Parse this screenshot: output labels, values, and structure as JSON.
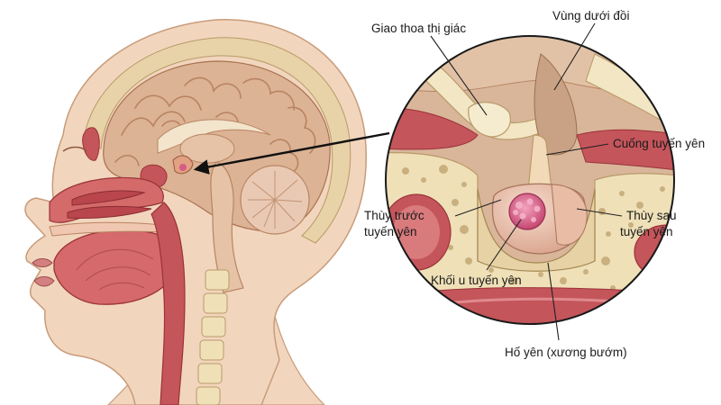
{
  "labels": {
    "optic_chiasm": "Giao thoa thị giác",
    "hypothalamus": "Vùng dưới đồi",
    "pituitary_stalk": "Cuống tuyến yên",
    "anterior_pituitary_l1": "Thùy trước",
    "anterior_pituitary_l2": "tuyến yên",
    "posterior_pituitary_l1": "Thùy sau",
    "posterior_pituitary_l2": "tuyến yên",
    "pituitary_tumor": "Khối u tuyến yên",
    "sella_turcica": "Hố yên (xương bướm)"
  },
  "colors": {
    "skin": "#f2d5bd",
    "skin_shadow": "#dcb08f",
    "brain": "#dcb394",
    "brain_fold": "#b88462",
    "mucosa": "#c4555b",
    "mucosa_dark": "#9a3338",
    "bone": "#efe0b8",
    "bone_pore": "#c9b07e",
    "tumor": "#d65c86",
    "gland": "#eec7b3",
    "nerve": "#f2e6c4"
  }
}
